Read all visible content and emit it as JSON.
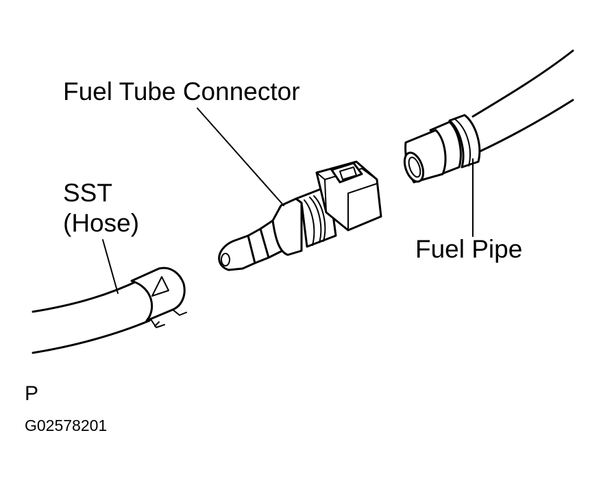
{
  "labels": {
    "connector": "Fuel Tube Connector",
    "sst_line1": "SST",
    "sst_line2": "(Hose)",
    "fuel_pipe": "Fuel Pipe",
    "page_letter": "P",
    "figure_code": "G02578201"
  }
}
